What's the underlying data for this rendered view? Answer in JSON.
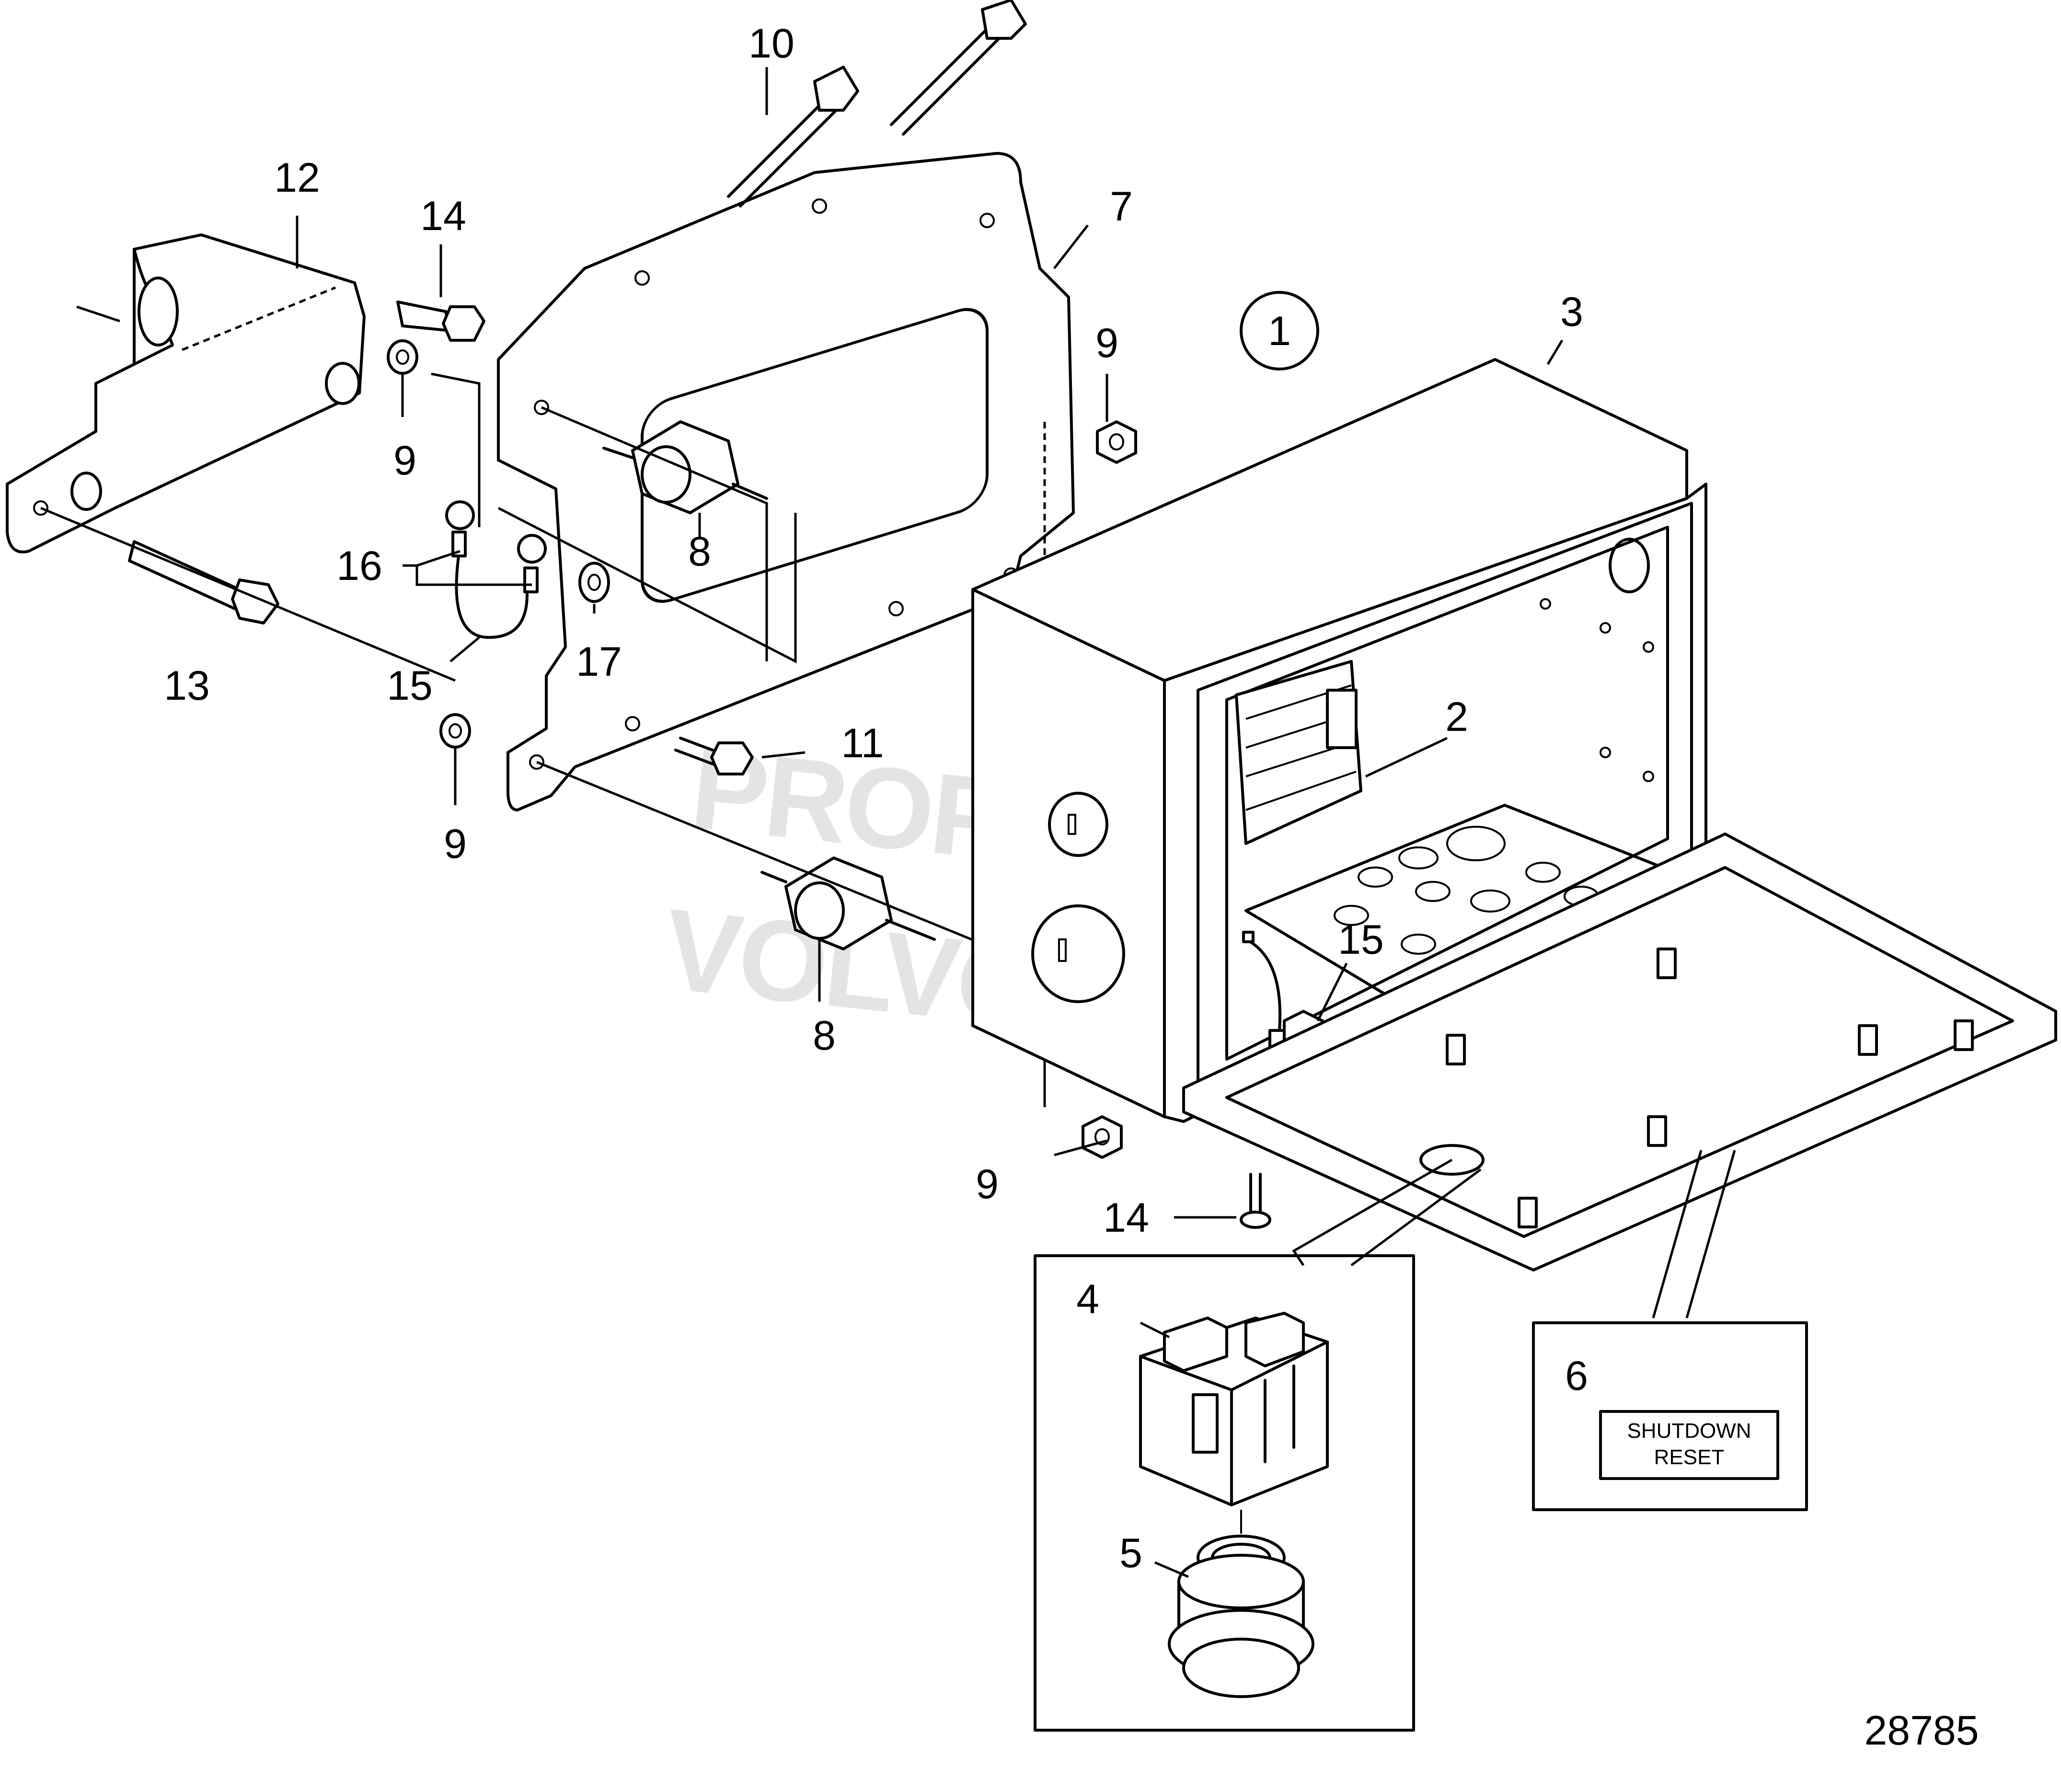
{
  "callouts": {
    "c1": "1",
    "c2": "2",
    "c3": "3",
    "c4": "4",
    "c5": "5",
    "c6": "6",
    "c7": "7",
    "c8a": "8",
    "c8b": "8",
    "c9a": "9",
    "c9b": "9",
    "c9c": "9",
    "c9d": "9",
    "c10": "10",
    "c11": "11",
    "c12": "12",
    "c13": "13",
    "c14a": "14",
    "c14b": "14",
    "c15a": "15",
    "c15b": "15",
    "c16": "16",
    "c17": "17"
  },
  "label_panel": {
    "line1": "SHUTDOWN",
    "line2": "RESET"
  },
  "watermark": {
    "line1": "PROPERTY OF",
    "line2": "VOLVO PENTA"
  },
  "figure_number": "28785"
}
